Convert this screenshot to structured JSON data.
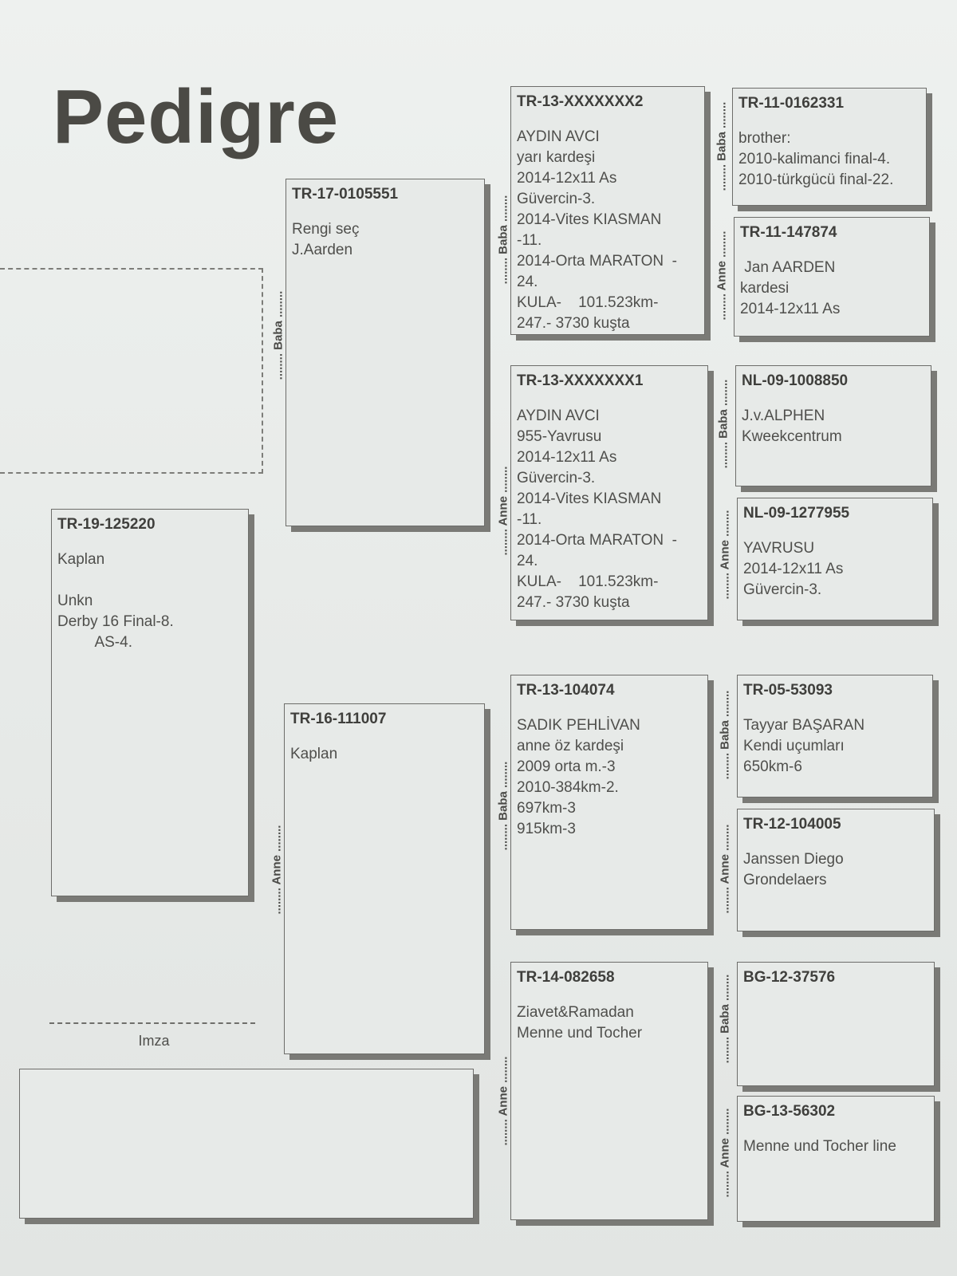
{
  "title": "Pedigre",
  "signature_label": "Imza",
  "labels": {
    "sire": "Baba",
    "dam": "Anne"
  },
  "subject": {
    "ring": "TR-19-125220",
    "lines": [
      "Kaplan",
      "",
      "Unkn",
      "Derby 16 Final-8.",
      "         AS-4."
    ]
  },
  "sire": {
    "ring": "TR-17-0105551",
    "lines": [
      "Rengi seç",
      "J.Aarden"
    ]
  },
  "dam": {
    "ring": "TR-16-111007",
    "lines": [
      "Kaplan"
    ]
  },
  "sire_sire": {
    "ring": "TR-13-XXXXXXX2",
    "lines": [
      "AYDIN AVCI",
      "yarı kardeşi",
      "2014-12x11 As",
      "Güvercin-3.",
      "2014-Vites KIASMAN",
      "-11.",
      "2014-Orta MARATON  -",
      "24.",
      "KULA-    101.523km-",
      "247.- 3730 kuşta"
    ]
  },
  "sire_dam": {
    "ring": "TR-13-XXXXXXX1",
    "lines": [
      "AYDIN AVCI",
      "955-Yavrusu",
      "2014-12x11 As",
      "Güvercin-3.",
      "2014-Vites KIASMAN",
      "-11.",
      "2014-Orta MARATON  -",
      "24.",
      "KULA-    101.523km-",
      "247.- 3730 kuşta"
    ]
  },
  "dam_sire": {
    "ring": "TR-13-104074",
    "lines": [
      "SADIK PEHLİVAN",
      "anne öz kardeşi",
      "2009 orta m.-3",
      "2010-384km-2.",
      "697km-3",
      "915km-3"
    ]
  },
  "dam_dam": {
    "ring": "TR-14-082658",
    "lines": [
      "Ziavet&Ramadan",
      "Menne und Tocher"
    ]
  },
  "sss": {
    "ring": "TR-11-0162331",
    "lines": [
      "brother:",
      "2010-kalimanci final-4.",
      "2010-türkgücü final-22."
    ]
  },
  "ssd": {
    "ring": "TR-11-147874",
    "lines": [
      " Jan AARDEN",
      "kardesi",
      "2014-12x11 As"
    ]
  },
  "sds": {
    "ring": "NL-09-1008850",
    "lines": [
      "J.v.ALPHEN",
      "Kweekcentrum"
    ]
  },
  "sdd": {
    "ring": "NL-09-1277955",
    "lines": [
      "YAVRUSU",
      "2014-12x11 As",
      "Güvercin-3."
    ]
  },
  "dss": {
    "ring": "TR-05-53093",
    "lines": [
      "Tayyar BAŞARAN",
      "Kendi uçumları",
      "650km-6"
    ]
  },
  "dsd": {
    "ring": "TR-12-104005",
    "lines": [
      "Janssen Diego",
      "Grondelaers"
    ]
  },
  "dds": {
    "ring": "BG-12-37576",
    "lines": []
  },
  "ddd": {
    "ring": "BG-13-56302",
    "lines": [
      "Menne und Tocher line"
    ]
  }
}
